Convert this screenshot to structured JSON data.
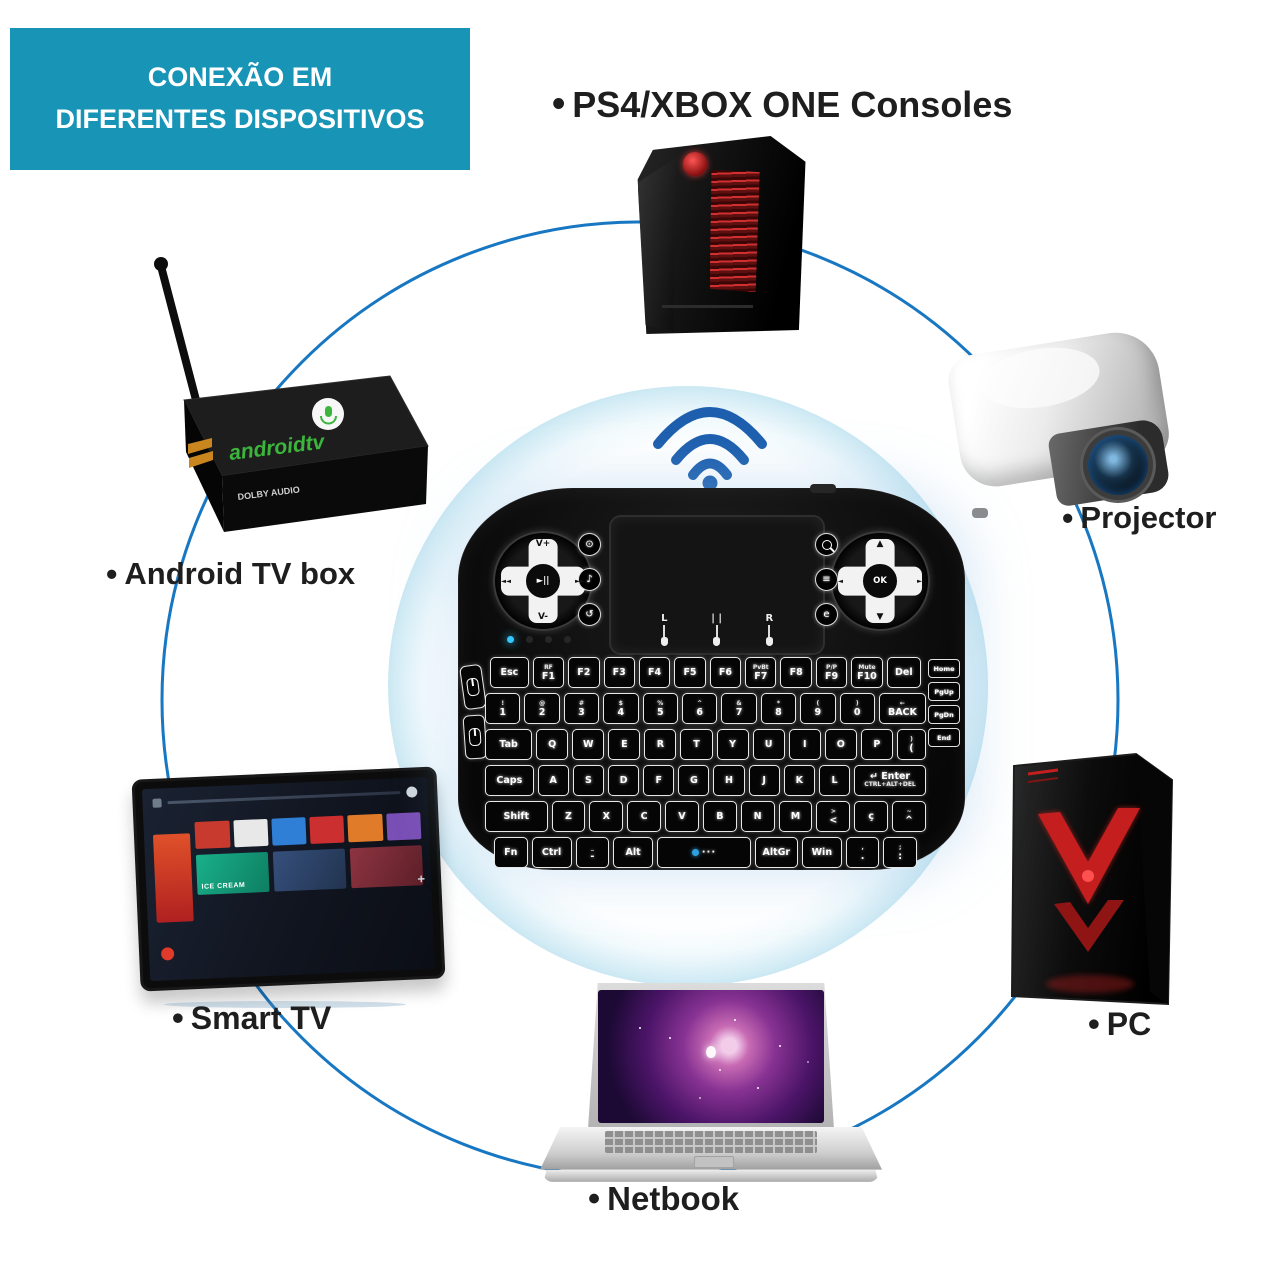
{
  "banner": {
    "line1": "CONEXÃO EM",
    "line2": "DIFERENTES DISPOSITIVOS"
  },
  "bullet": "•",
  "devices": {
    "consoles": {
      "label": "PS4/XBOX ONE Consoles"
    },
    "projector": {
      "label": "Projector"
    },
    "android_tv_box": {
      "label": "Android TV box",
      "brand": "androidtv",
      "dolby": "DOLBY AUDIO"
    },
    "smart_tv": {
      "label": "Smart TV",
      "card_text": "ICE CREAM"
    },
    "pc": {
      "label": "PC"
    },
    "netbook": {
      "label": "Netbook"
    }
  },
  "keyboard": {
    "dpad_left": {
      "up": "V+",
      "down": "V-",
      "left": "◄◄",
      "right": "►►",
      "center": "►||"
    },
    "dpad_right": {
      "up": "▲",
      "down": "▼",
      "left": "◄",
      "right": "►",
      "center": "OK"
    },
    "touchpad_gestures": [
      "L",
      "| |",
      "R"
    ],
    "side_buttons_left": [
      {
        "name": "power-button",
        "glyph": "⊙"
      },
      {
        "name": "mute-button",
        "glyph": "♪"
      },
      {
        "name": "back-button",
        "glyph": "↺"
      }
    ],
    "side_buttons_right": [
      {
        "name": "search-button",
        "glyph": "search"
      },
      {
        "name": "menu-button",
        "glyph": "≡"
      },
      {
        "name": "browser-e-button",
        "glyph": "e"
      }
    ],
    "space_hint": "···",
    "nav_keys": [
      "Home",
      "PgUp",
      "PgDn",
      "End"
    ],
    "rows": [
      [
        {
          "l": "Esc",
          "w": 1.25
        },
        {
          "l": "F1",
          "s": "RF"
        },
        {
          "l": "F2"
        },
        {
          "l": "F3"
        },
        {
          "l": "F4"
        },
        {
          "l": "F5"
        },
        {
          "l": "F6"
        },
        {
          "l": "F7",
          "s": "PvBt"
        },
        {
          "l": "F8"
        },
        {
          "l": "F9",
          "s": "P/P"
        },
        {
          "l": "F10",
          "s": "Mute"
        },
        {
          "l": "Del",
          "w": 1.1
        }
      ],
      [
        {
          "l": "1",
          "s": "!"
        },
        {
          "l": "2",
          "s": "@"
        },
        {
          "l": "3",
          "s": "#"
        },
        {
          "l": "4",
          "s": "$"
        },
        {
          "l": "5",
          "s": "%"
        },
        {
          "l": "6",
          "s": "^"
        },
        {
          "l": "7",
          "s": "&"
        },
        {
          "l": "8",
          "s": "*"
        },
        {
          "l": "9",
          "s": "("
        },
        {
          "l": "0",
          "s": ")"
        },
        {
          "l": "BACK",
          "s": "←",
          "w": 1.35
        }
      ],
      [
        {
          "l": "Tab",
          "w": 1.5
        },
        {
          "l": "Q"
        },
        {
          "l": "W"
        },
        {
          "l": "E"
        },
        {
          "l": "R"
        },
        {
          "l": "T"
        },
        {
          "l": "Y"
        },
        {
          "l": "U"
        },
        {
          "l": "I"
        },
        {
          "l": "O"
        },
        {
          "l": "P"
        },
        {
          "l": "(",
          "s": ")",
          "w": 0.9
        }
      ],
      [
        {
          "l": "Caps",
          "w": 1.6
        },
        {
          "l": "A"
        },
        {
          "l": "S"
        },
        {
          "l": "D"
        },
        {
          "l": "F"
        },
        {
          "l": "G"
        },
        {
          "l": "H"
        },
        {
          "l": "J"
        },
        {
          "l": "K"
        },
        {
          "l": "L"
        },
        {
          "l": "↵ Enter",
          "s": "CTRL+ALT+DEL",
          "sb": true,
          "w": 2.4
        }
      ],
      [
        {
          "l": "Shift",
          "w": 1.9
        },
        {
          "l": "Z"
        },
        {
          "l": "X"
        },
        {
          "l": "C"
        },
        {
          "l": "V"
        },
        {
          "l": "B"
        },
        {
          "l": "N"
        },
        {
          "l": "M"
        },
        {
          "l": "<",
          "s": ">"
        },
        {
          "l": "ç"
        },
        {
          "l": "^",
          "s": "~"
        }
      ],
      [
        {
          "l": "Fn"
        },
        {
          "l": "Ctrl",
          "w": 1.2
        },
        {
          "l": "-",
          "s": "_"
        },
        {
          "l": "Alt",
          "w": 1.2
        },
        {
          "l": "",
          "type": "space",
          "w": 2.9
        },
        {
          "l": "AltGr",
          "w": 1.3
        },
        {
          "l": "Win",
          "w": 1.2
        },
        {
          "l": ".",
          "s": ","
        },
        {
          "l": ":",
          "s": ";"
        }
      ]
    ]
  },
  "colors": {
    "banner_bg": "#1794b6",
    "circle_blue": "#1777c2",
    "wifi_blue": "#1d5fae",
    "accent_red": "#c41e1e",
    "android_green": "#3cb53c"
  }
}
